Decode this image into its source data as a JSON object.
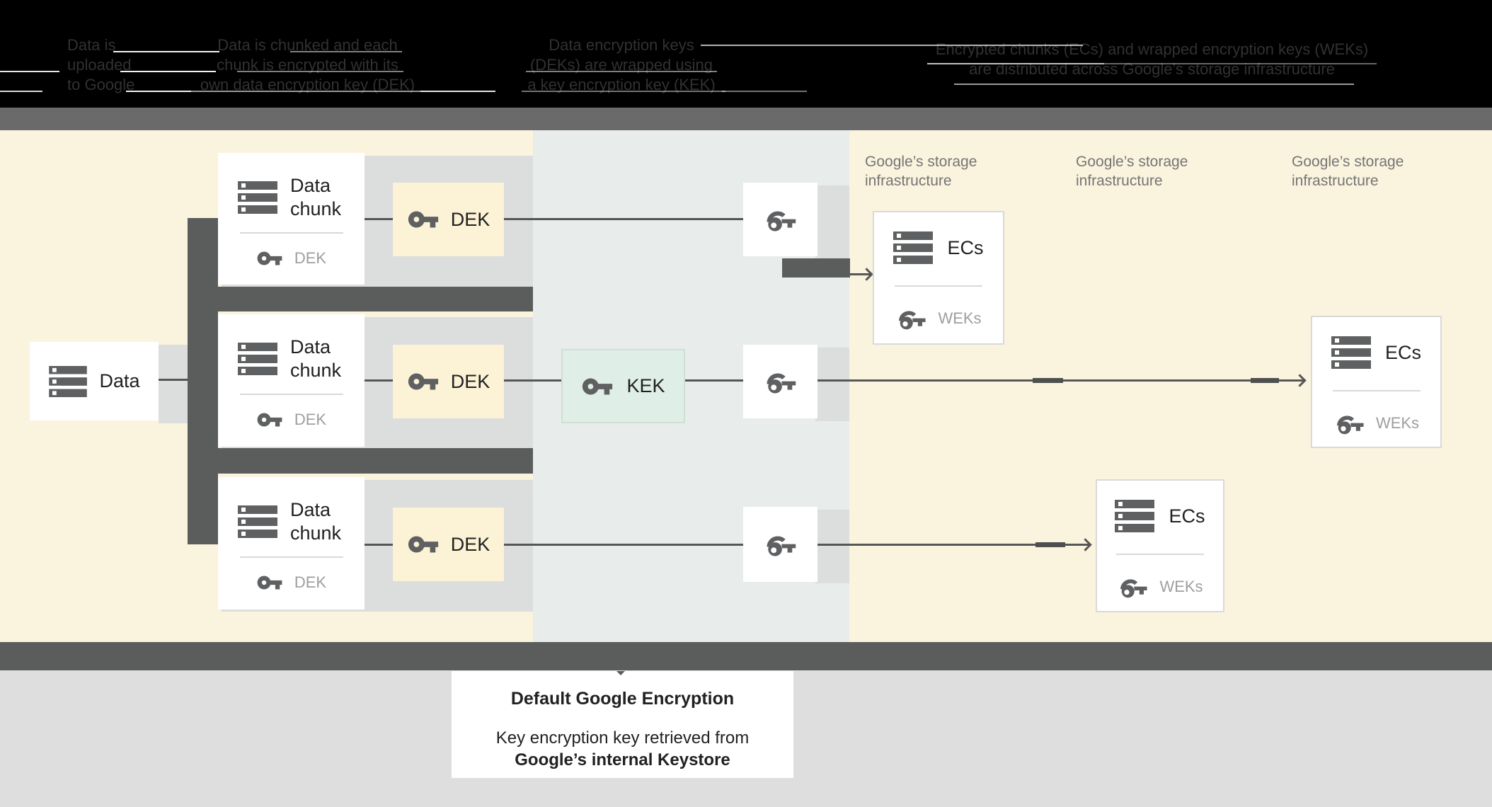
{
  "header": {
    "steps": [
      {
        "lines": [
          "Data is",
          "uploaded",
          "to Google"
        ]
      },
      {
        "lines": [
          "Data is chunked and each",
          "chunk is encrypted with its",
          "own data encryption key (DEK)"
        ]
      },
      {
        "lines": [
          "Data encryption keys",
          "(DEKs) are wrapped using",
          "a key encryption key (KEK)"
        ]
      },
      {
        "lines": [
          "Encrypted chunks (ECs) and wrapped encryption keys (WEKs)",
          "are distributed across Google’s storage infrastructure"
        ]
      }
    ]
  },
  "diagram": {
    "data_box": {
      "label": "Data"
    },
    "chunk_box": {
      "label_line1": "Data",
      "label_line2": "chunk",
      "key_label": "DEK"
    },
    "dek_box": {
      "label": "DEK"
    },
    "kek_box": {
      "label": "KEK"
    },
    "ecs_box": {
      "label": "ECs",
      "key_label": "WEKs"
    },
    "storage_label": {
      "line1": "Google’s storage",
      "line2": "infrastructure"
    }
  },
  "note": {
    "title": "Default Google Encryption",
    "body_line1": "Key encryption key retrieved from",
    "body_line2": "Google’s internal Keystore"
  },
  "colors": {
    "header_bg": "#000000",
    "cream_bg": "#faf3de",
    "cream_box": "#fcf2d5",
    "blue_band": "#e8eceb",
    "panel_gray": "#dcdddd",
    "dark_bar": "#5b5c5c",
    "green_box": "#dfeee7",
    "icon": "#5f6061",
    "text_dark": "#212121",
    "text_gray": "#9e9e9e",
    "storage_text": "#757575"
  }
}
